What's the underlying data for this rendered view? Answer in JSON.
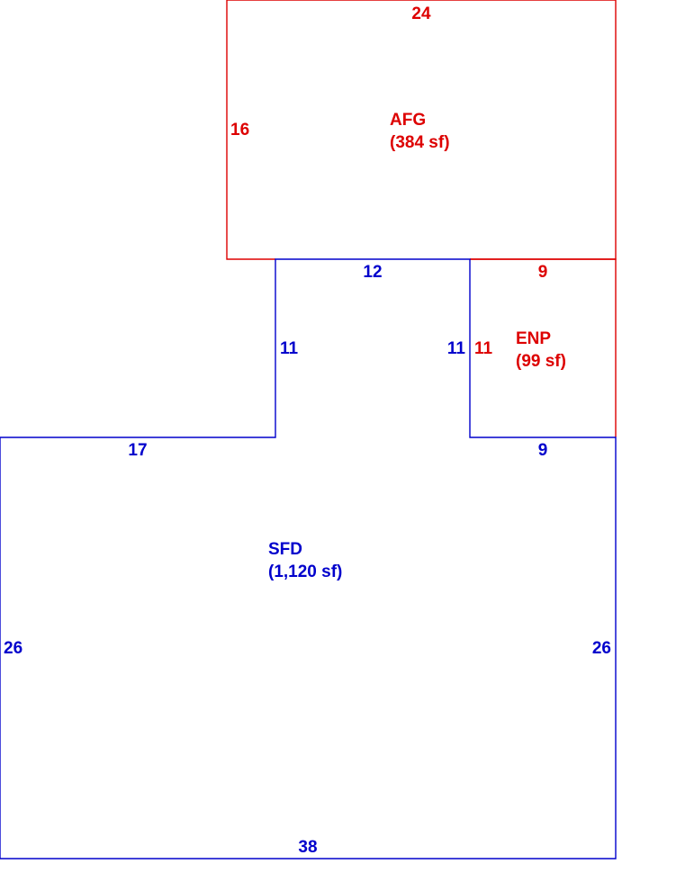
{
  "colors": {
    "living": "#0000cc",
    "garage": "#dd0000",
    "background": "#ffffff"
  },
  "areas": {
    "afg": {
      "name": "AFG",
      "area": "(384 sf)",
      "color": "#dd0000",
      "dimensions": {
        "top": "24",
        "left": "16"
      }
    },
    "enp": {
      "name": "ENP",
      "area": "(99 sf)",
      "color": "#dd0000",
      "dimensions": {
        "top": "9",
        "left": "11"
      }
    },
    "sfd": {
      "name": "SFD",
      "area": "(1,120 sf)",
      "color": "#0000cc",
      "dimensions": {
        "notch_top": "12",
        "notch_left": "11",
        "notch_right": "11",
        "upper_left": "17",
        "upper_right": "9",
        "left": "26",
        "right": "26",
        "bottom": "38"
      }
    }
  }
}
